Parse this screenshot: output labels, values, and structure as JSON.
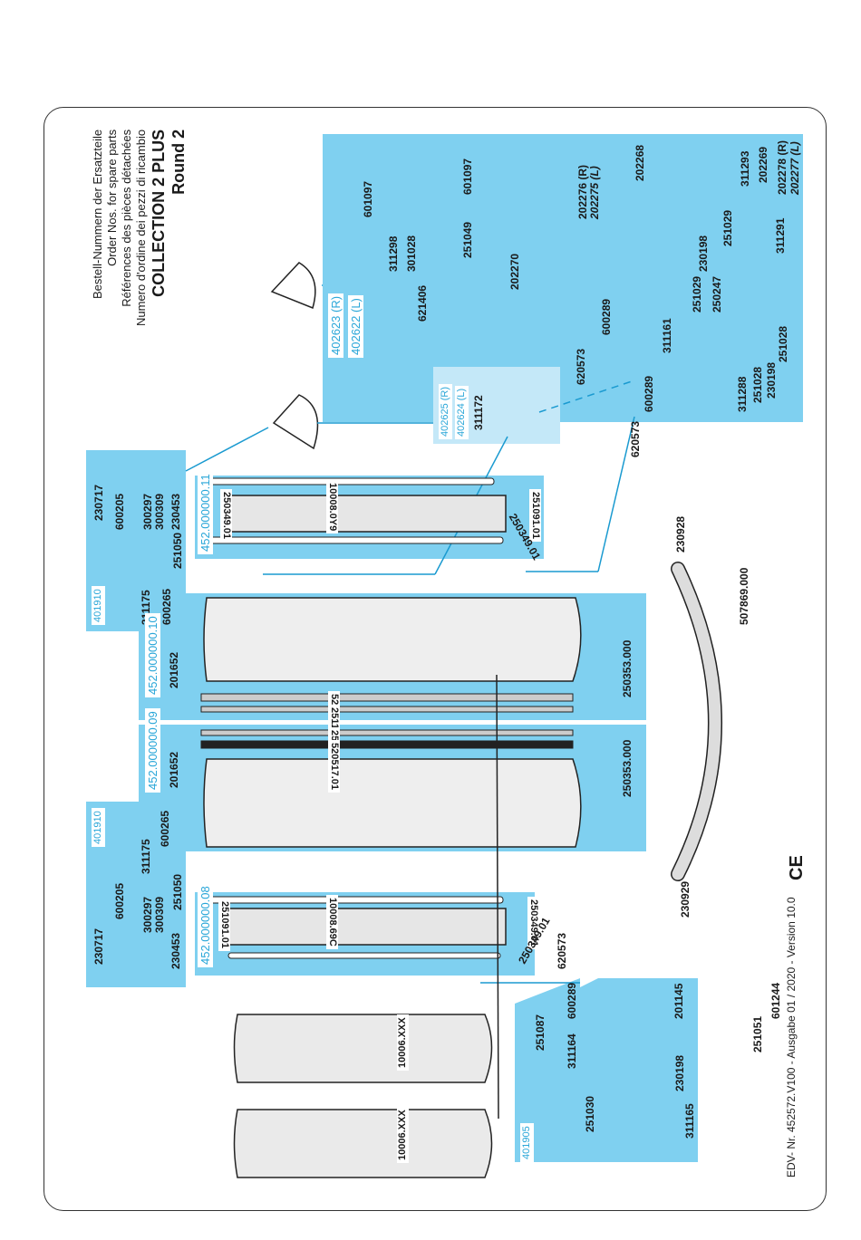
{
  "title": {
    "lines": [
      "Bestell-Nummern der Ersatzteile",
      "Order Nos. for spare parts",
      "Références des pièces détachées",
      "Numero d'ordine dei pezzi di ricambio"
    ],
    "product": "COLLECTION 2 PLUS",
    "variant": "Round 2"
  },
  "footer": {
    "edv": "EDV- Nr. 452572.V100 - Ausgabe 01 / 2020 - Version 10.0",
    "mark": "CE"
  },
  "hinge_kit_top": {
    "kit_r": "402623  (R)",
    "kit_l": "402622  (L)",
    "parts": [
      "601097",
      "311298",
      "301028",
      "601097",
      "251049",
      "621406",
      "202270",
      "202276 (R)",
      "202275 (L)",
      "202268",
      "311293",
      "202269",
      "202278 (R)",
      "202277 (L)",
      "251029",
      "230198",
      "251029",
      "311291",
      "250247",
      "311161",
      "600289",
      "251028",
      "230198",
      "251028",
      "311288",
      "600289",
      "620573",
      "620573"
    ]
  },
  "hinge_kit_mid": {
    "kit_r": "402625  (R)",
    "kit_l": "402624  (L)",
    "parts": [
      "311172"
    ]
  },
  "roller_kit_top": {
    "kit": "401910",
    "parts": [
      "230717",
      "600205",
      "300297",
      "300309",
      "230453",
      "311175",
      "600265",
      "251050"
    ]
  },
  "roller_kit_bottom": {
    "kit": "401910",
    "parts": [
      "230717",
      "600205",
      "300297",
      "300309",
      "230453",
      "311175",
      "600265",
      "251050"
    ]
  },
  "fixed_panel_top": {
    "kit": "452.000000.11",
    "glass": "10008.0Y9",
    "seal_top": "250349.01",
    "seal_bottom": "251091.01",
    "seal_side": "250349.01"
  },
  "door_right": {
    "kit": "452.000000.10",
    "part": "201652",
    "seal_a": "520517.01",
    "seal_b": "251181.01",
    "bottom_seal": "250353.000"
  },
  "door_left": {
    "kit": "452.000000.09",
    "part": "201652",
    "seal_a": "251181.01",
    "seal_b": "520517.01",
    "bottom_seal": "250353.000"
  },
  "fixed_panel_bottom": {
    "kit": "452.000000.08",
    "glass": "10008.69C",
    "seal_top": "251091.01",
    "seal_bottom": "250349.01",
    "seal_side": "250349.01"
  },
  "floor_profile": {
    "rail": "507869.000",
    "end_cap_top": "230928",
    "end_cap_bottom": "230929"
  },
  "glass_panels": {
    "panel_a": "10006.XXX",
    "panel_b": "10006.XXX"
  },
  "wall_kit": {
    "kit": "401905",
    "parts": [
      "251087",
      "311164",
      "600289",
      "251030",
      "230198",
      "311165",
      "201145",
      "620573",
      "601244",
      "251051"
    ]
  },
  "colors": {
    "panel_blue": "#7fd0f0",
    "light_blue": "#c4e8f8",
    "kit_text": "#29a6d8",
    "line_blue": "#1a9ad0"
  }
}
